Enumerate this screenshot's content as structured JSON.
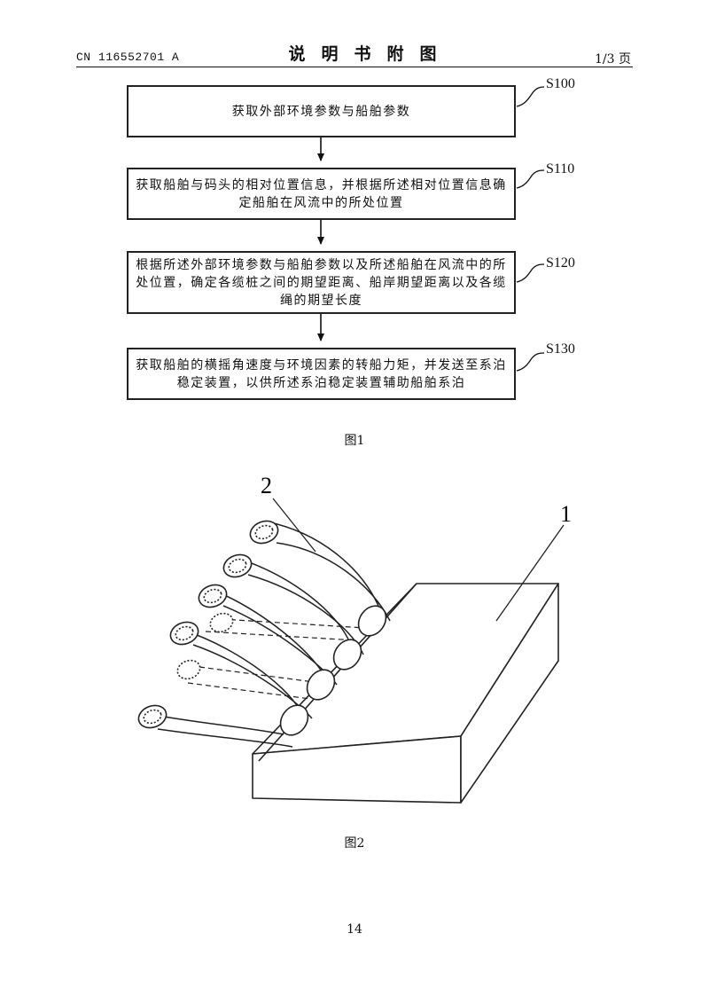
{
  "header": {
    "doc_number": "CN 116552701 A",
    "section_title": "说明书附图",
    "page_of": "1/3 页"
  },
  "figure1": {
    "steps": [
      {
        "id": "S100",
        "text": "获取外部环境参数与船舶参数"
      },
      {
        "id": "S110",
        "text": "获取船舶与码头的相对位置信息，并根据所述相对位置信息确定船舶在风流中的所处位置"
      },
      {
        "id": "S120",
        "text": "根据所述外部环境参数与船舶参数以及所述船舶在风流中的所处位置，确定各缆桩之间的期望距离、船岸期望距离以及各缆绳的期望长度"
      },
      {
        "id": "S130",
        "text": "获取船舶的横摇角速度与环境因素的转船力矩，并发送至系泊稳定装置，以供所述系泊稳定装置辅助船舶系泊"
      }
    ],
    "caption": "图1"
  },
  "figure2": {
    "labels": {
      "block": "1",
      "hoses": "2"
    },
    "caption": "图2"
  },
  "footer": {
    "page_number": "14"
  }
}
